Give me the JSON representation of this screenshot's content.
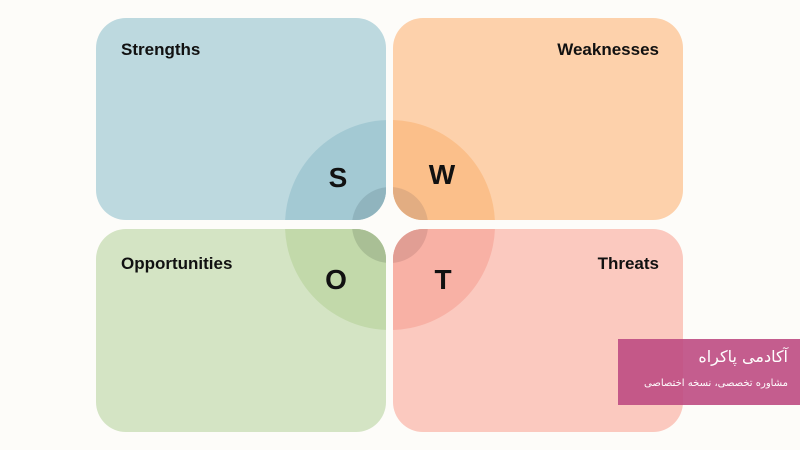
{
  "diagram": {
    "type": "SWOT",
    "quadrants": [
      {
        "key": "s",
        "title": "Strengths",
        "letter": "S",
        "color": "#bdd9df",
        "ring_color": "#a3c9d3",
        "inner_color": "#90b4be"
      },
      {
        "key": "w",
        "title": "Weaknesses",
        "letter": "W",
        "color": "#fdd1ab",
        "ring_color": "#fbbf8a",
        "inner_color": "#e2ad82"
      },
      {
        "key": "o",
        "title": "Opportunities",
        "letter": "O",
        "color": "#d4e4c4",
        "ring_color": "#c2d9aa",
        "inner_color": "#a9bf95"
      },
      {
        "key": "t",
        "title": "Threats",
        "letter": "T",
        "color": "#fbc9bf",
        "ring_color": "#f8b1a5",
        "inner_color": "#e19e94"
      }
    ],
    "background": "#fdfcf9"
  },
  "watermark": {
    "name": "آکادمی پاکراه",
    "tagline": "مشاوره تخصصی، نسخه اختصاصی",
    "color": "#be4b82"
  }
}
